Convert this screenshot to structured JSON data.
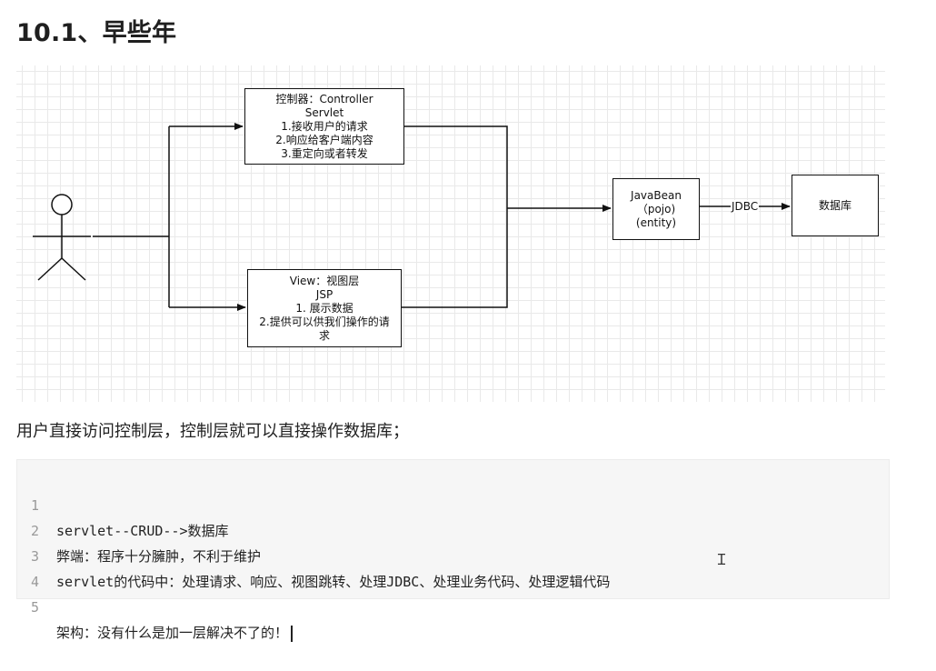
{
  "heading": "10.1、早些年",
  "diagram": {
    "controller_box": [
      "控制器：Controller",
      "Servlet",
      "1.接收用户的请求",
      "2.响应给客户端内容",
      "3.重定向或者转发"
    ],
    "view_box": [
      "View：视图层",
      "JSP",
      "1. 展示数据",
      "2.提供可以供我们操作的请",
      "求"
    ],
    "javabean_box": [
      "JavaBean",
      "（pojo)",
      "(entity)"
    ],
    "database_box": "数据库",
    "jdbc_label": "JDBC",
    "actor_icon": "stick-figure-user-icon",
    "colors": {
      "line": "#111111",
      "grid": "#e9e9e9"
    }
  },
  "paragraph": "用户直接访问控制层，控制层就可以直接操作数据库；",
  "code": {
    "lines": [
      {
        "num": "1",
        "text": "servlet--CRUD-->数据库"
      },
      {
        "num": "2",
        "text": "弊端：程序十分臃肿，不利于维护"
      },
      {
        "num": "3",
        "text": "servlet的代码中：处理请求、响应、视图跳转、处理JDBC、处理业务代码、处理逻辑代码"
      },
      {
        "num": "4",
        "text": ""
      },
      {
        "num": "5",
        "text": "架构：没有什么是加一层解决不了的！"
      }
    ]
  }
}
